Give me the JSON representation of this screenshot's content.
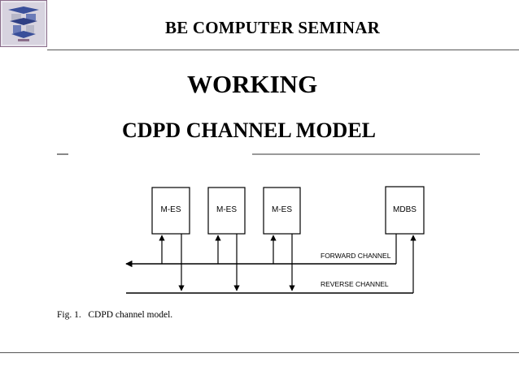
{
  "header": {
    "title": "BE COMPUTER SEMINAR"
  },
  "slide": {
    "heading": "WORKING",
    "subheading": "CDPD CHANNEL MODEL"
  },
  "figure": {
    "nodes": [
      {
        "label": "M-ES"
      },
      {
        "label": "M-ES"
      },
      {
        "label": "M-ES"
      },
      {
        "label": "MDBS"
      }
    ],
    "forward_channel_label": "FORWARD CHANNEL",
    "reverse_channel_label": "REVERSE CHANNEL",
    "caption": "Fig. 1.   CDPD channel model."
  },
  "colors": {
    "text": "#000000",
    "rule": "#555555",
    "logo_frame": "#8a6d8a",
    "logo_blue": "#3a4f9a",
    "logo_grey": "#b8b8c8"
  }
}
